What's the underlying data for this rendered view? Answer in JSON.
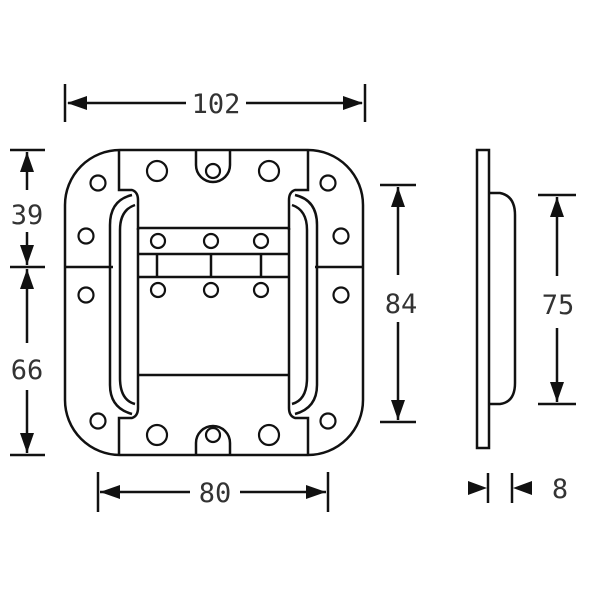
{
  "drawing": {
    "title": "Recessed handle dimension drawing",
    "colors": {
      "line": "#111111",
      "text": "#333333",
      "background": "#ffffff"
    },
    "dimensions": {
      "overall_width": "102",
      "inner_width": "80",
      "top_height": "39",
      "bottom_height": "66",
      "plate_height": "84",
      "pan_height": "75",
      "depth": "8"
    },
    "views": [
      "front-view",
      "side-view"
    ]
  }
}
